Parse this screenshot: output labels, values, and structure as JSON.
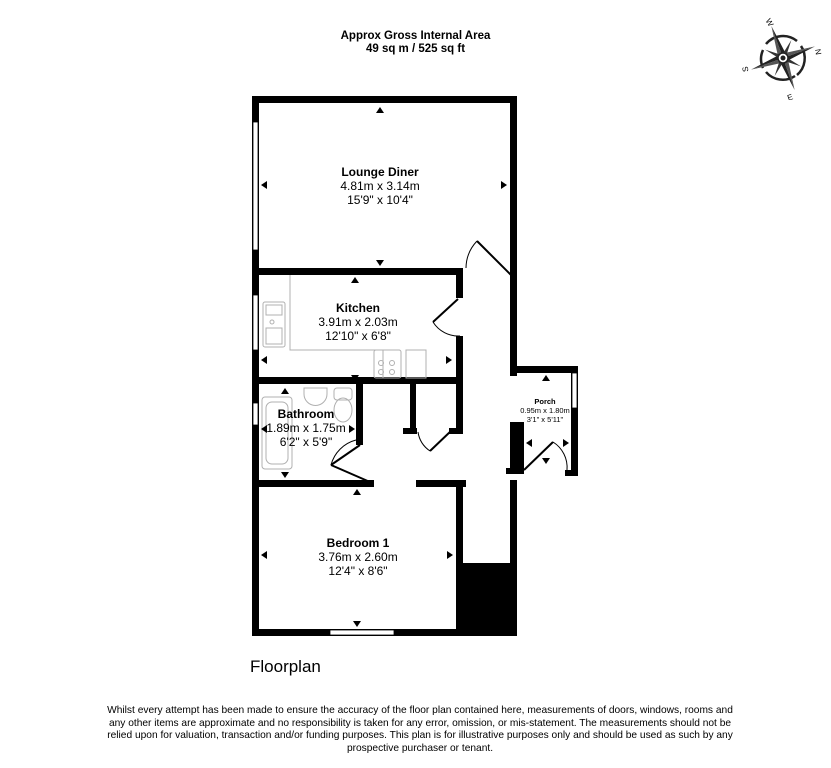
{
  "header": {
    "title": "Approx Gross Internal Area",
    "area": "49 sq m / 525 sq ft"
  },
  "compass": {
    "icon": "compass-rose-icon",
    "labels": {
      "north": "N",
      "south": "S",
      "east": "E",
      "west": "W"
    }
  },
  "rooms": [
    {
      "name": "Lounge Diner",
      "metric": "4.81m x 3.14m",
      "imperial": "15'9\" x 10'4\""
    },
    {
      "name": "Kitchen",
      "metric": "3.91m x 2.03m",
      "imperial": "12'10\" x 6'8\""
    },
    {
      "name": "Bathroom",
      "metric": "1.89m x 1.75m",
      "imperial": "6'2\" x 5'9\""
    },
    {
      "name": "Bedroom 1",
      "metric": "3.76m x 2.60m",
      "imperial": "12'4\" x 8'6\""
    },
    {
      "name": "Porch",
      "metric": "0.95m x 1.80m",
      "imperial": "3'1\" x 5'11\""
    }
  ],
  "floor_title": "Floorplan",
  "disclaimer": "Whilst every attempt has been made to ensure the accuracy of the floor plan contained here, measurements of doors, windows, rooms and any other items are approximate and no responsibility is taken for any error, omission, or mis-statement. The measurements should not be relied upon for valuation, transaction and/or funding purposes. This plan is for illustrative purposes only and should be used as such by any prospective purchaser or tenant.",
  "colors": {
    "wall": "#000000",
    "fixture": "#b0b0b0",
    "background": "#ffffff"
  }
}
